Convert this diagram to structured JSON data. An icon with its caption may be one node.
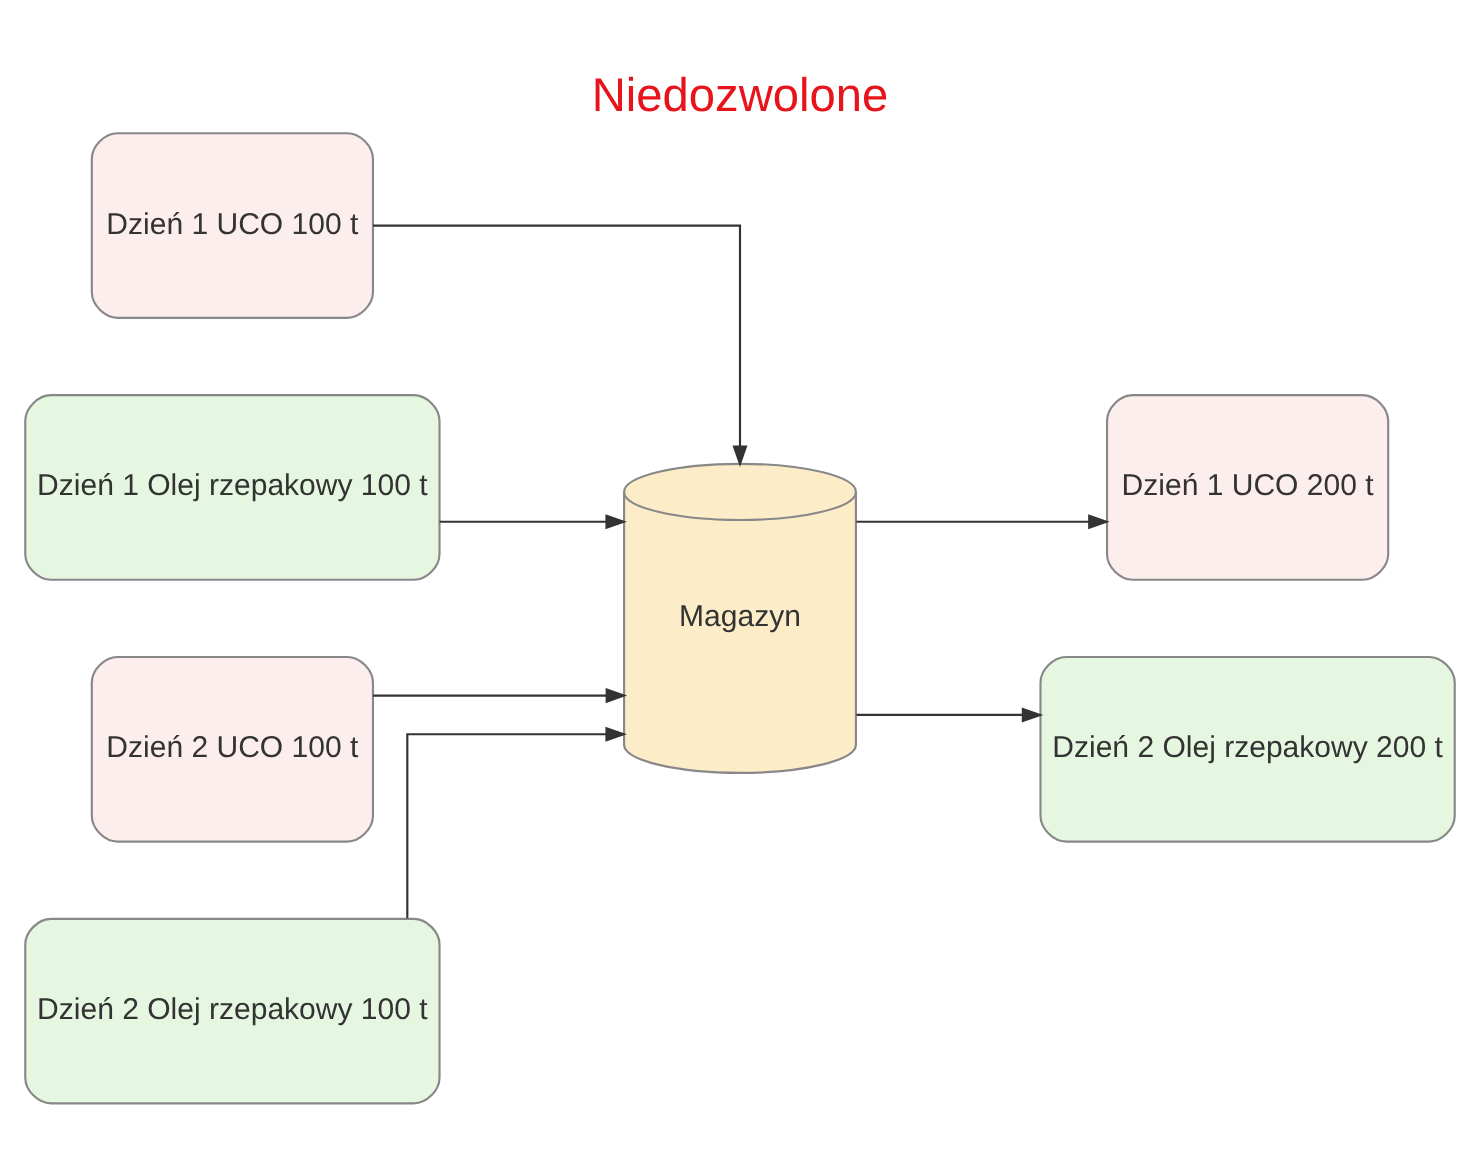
{
  "diagram": {
    "title": "Niedozwolone",
    "nodes": [
      {
        "text": [
          "Dzień 1 UCO 100 t"
        ]
      },
      {
        "text": [
          "Dzień 1 Olej rzepakowy 100 t"
        ]
      },
      {
        "text": [
          "Dzień 2 UCO 100 t"
        ]
      },
      {
        "text": [
          "Dzień 2 Olej rzepakowy 100 t"
        ]
      },
      {
        "text": [
          "Magazyn"
        ]
      },
      {
        "text": [
          "Dzień 1 UCO 200 t"
        ]
      },
      {
        "text": [
          "Dzień 2 Olej rzepakowy 200 t"
        ]
      }
    ],
    "edges": [
      {
        "from": 0,
        "to": 4,
        "arrow": "to"
      },
      {
        "from": 1,
        "to": 4,
        "arrow": "to"
      },
      {
        "from": 2,
        "to": 4,
        "arrow": "to"
      },
      {
        "from": 3,
        "to": 4,
        "arrow": "to"
      },
      {
        "from": 4,
        "to": 5,
        "arrow": "to"
      },
      {
        "from": 4,
        "to": 6,
        "arrow": "to"
      }
    ]
  }
}
